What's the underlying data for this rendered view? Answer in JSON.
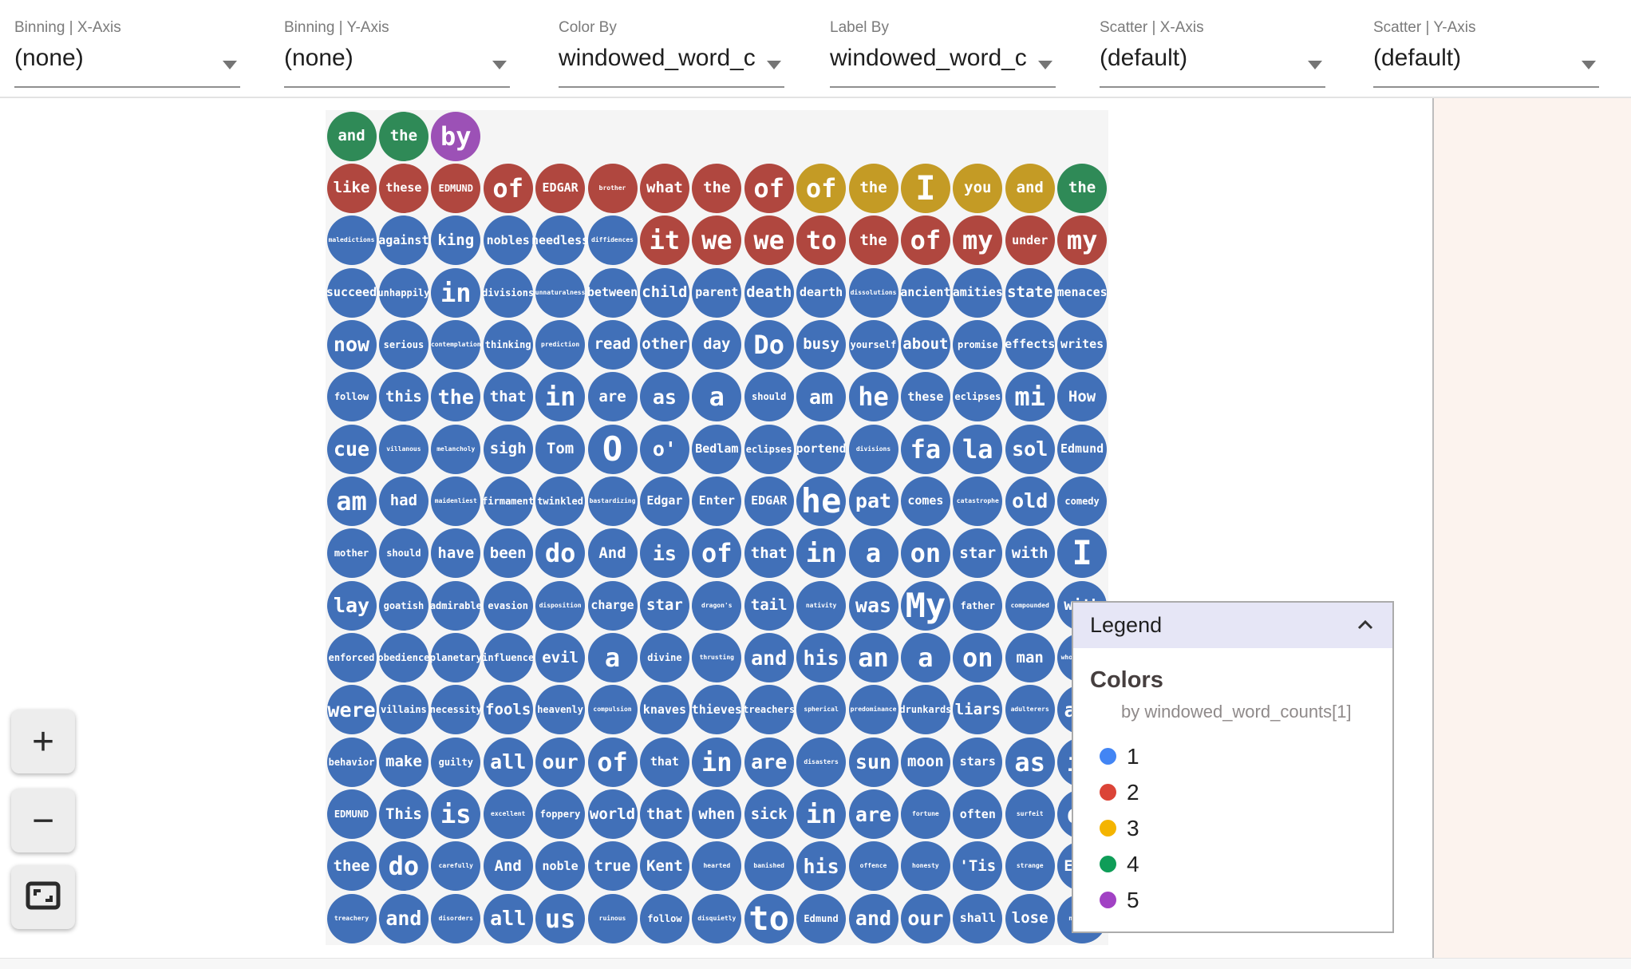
{
  "toolbar": {
    "dropdowns": [
      {
        "label": "Binning | X-Axis",
        "value": "(none)"
      },
      {
        "label": "Binning | Y-Axis",
        "value": "(none)"
      },
      {
        "label": "Color By",
        "value": "windowed_word_c"
      },
      {
        "label": "Label By",
        "value": "windowed_word_c"
      },
      {
        "label": "Scatter | X-Axis",
        "value": "(default)"
      },
      {
        "label": "Scatter | Y-Axis",
        "value": "(default)"
      }
    ]
  },
  "zoom_controls": {
    "zoom_in_label": "+",
    "zoom_out_label": "−",
    "fit_icon": "fit-to-screen-icon"
  },
  "legend": {
    "title": "Legend",
    "section_title": "Colors",
    "subtitle": "by windowed_word_counts[1]",
    "items": [
      {
        "label": "1",
        "color": "#4285F4"
      },
      {
        "label": "2",
        "color": "#DB4437"
      },
      {
        "label": "3",
        "color": "#F4B400"
      },
      {
        "label": "4",
        "color": "#0F9D58"
      },
      {
        "label": "5",
        "color": "#A142C4"
      }
    ]
  },
  "colors": {
    "circle_palette": {
      "1": "#4170B8",
      "2": "#B0473F",
      "3": "#C49B25",
      "4": "#2F8A57",
      "5": "#9C51B6"
    },
    "grid_background": "#F5F5F5",
    "side_panel_background": "#FCF3EE",
    "legend_header_background": "#E6E6F6"
  },
  "grid": {
    "rows": [
      {
        "cells": [
          [
            "and",
            4,
            4
          ],
          [
            "the",
            4,
            4
          ],
          [
            "by",
            5,
            6
          ]
        ]
      },
      {
        "cells": [
          [
            "like",
            2,
            4
          ],
          [
            "these",
            2,
            3
          ],
          [
            "EDMUND",
            2,
            2
          ],
          [
            "of",
            2,
            6
          ],
          [
            "EDGAR",
            2,
            3
          ],
          [
            "brother",
            2,
            1
          ],
          [
            "what",
            2,
            4
          ],
          [
            "the",
            2,
            4
          ],
          [
            "of",
            2,
            6
          ],
          [
            "of",
            3,
            6
          ],
          [
            "the",
            3,
            4
          ],
          [
            "I",
            3,
            7
          ],
          [
            "you",
            3,
            4
          ],
          [
            "and",
            3,
            4
          ],
          [
            "the",
            4,
            4
          ]
        ]
      },
      {
        "cells": [
          [
            "maledictions",
            1,
            1
          ],
          [
            "against",
            1,
            3
          ],
          [
            "king",
            1,
            4
          ],
          [
            "nobles",
            1,
            3
          ],
          [
            "needless",
            1,
            3
          ],
          [
            "diffidences",
            1,
            1
          ],
          [
            "it",
            2,
            6
          ],
          [
            "we",
            2,
            6
          ],
          [
            "we",
            2,
            6
          ],
          [
            "to",
            2,
            6
          ],
          [
            "the",
            2,
            4
          ],
          [
            "of",
            2,
            6
          ],
          [
            "my",
            2,
            6
          ],
          [
            "under",
            2,
            3
          ],
          [
            "my",
            2,
            6
          ]
        ]
      },
      {
        "cells": [
          [
            "succeed",
            1,
            3
          ],
          [
            "unhappily",
            1,
            2
          ],
          [
            "in",
            1,
            6
          ],
          [
            "divisions",
            1,
            2
          ],
          [
            "unnaturalness",
            1,
            1
          ],
          [
            "between",
            1,
            3
          ],
          [
            "child",
            1,
            4
          ],
          [
            "parent",
            1,
            3
          ],
          [
            "death",
            1,
            4
          ],
          [
            "dearth",
            1,
            3
          ],
          [
            "dissolutions",
            1,
            1
          ],
          [
            "ancient",
            1,
            3
          ],
          [
            "amities",
            1,
            3
          ],
          [
            "state",
            1,
            4
          ],
          [
            "menaces",
            1,
            3
          ]
        ]
      },
      {
        "cells": [
          [
            "now",
            1,
            5
          ],
          [
            "serious",
            1,
            2
          ],
          [
            "contemplation",
            1,
            1
          ],
          [
            "thinking",
            1,
            2
          ],
          [
            "prediction",
            1,
            1
          ],
          [
            "read",
            1,
            4
          ],
          [
            "other",
            1,
            4
          ],
          [
            "day",
            1,
            4
          ],
          [
            "Do",
            1,
            6
          ],
          [
            "busy",
            1,
            4
          ],
          [
            "yourself",
            1,
            2
          ],
          [
            "about",
            1,
            4
          ],
          [
            "promise",
            1,
            2
          ],
          [
            "effects",
            1,
            3
          ],
          [
            "writes",
            1,
            3
          ]
        ]
      },
      {
        "cells": [
          [
            "follow",
            1,
            2
          ],
          [
            "this",
            1,
            4
          ],
          [
            "the",
            1,
            5
          ],
          [
            "that",
            1,
            4
          ],
          [
            "in",
            1,
            6
          ],
          [
            "are",
            1,
            4
          ],
          [
            "as",
            1,
            5
          ],
          [
            "a",
            1,
            6
          ],
          [
            "should",
            1,
            2
          ],
          [
            "am",
            1,
            5
          ],
          [
            "he",
            1,
            6
          ],
          [
            "these",
            1,
            3
          ],
          [
            "eclipses",
            1,
            2
          ],
          [
            "mi",
            1,
            6
          ],
          [
            "How",
            1,
            4
          ]
        ]
      },
      {
        "cells": [
          [
            "cue",
            1,
            5
          ],
          [
            "villanous",
            1,
            1
          ],
          [
            "melancholy",
            1,
            1
          ],
          [
            "sigh",
            1,
            4
          ],
          [
            "Tom",
            1,
            4
          ],
          [
            "O",
            1,
            7
          ],
          [
            "o'",
            1,
            5
          ],
          [
            "Bedlam",
            1,
            3
          ],
          [
            "eclipses",
            1,
            2
          ],
          [
            "portend",
            1,
            3
          ],
          [
            "divisions",
            1,
            1
          ],
          [
            "fa",
            1,
            6
          ],
          [
            "la",
            1,
            6
          ],
          [
            "sol",
            1,
            5
          ],
          [
            "Edmund",
            1,
            3
          ]
        ]
      },
      {
        "cells": [
          [
            "am",
            1,
            6
          ],
          [
            "had",
            1,
            4
          ],
          [
            "maidenliest",
            1,
            1
          ],
          [
            "firmament",
            1,
            2
          ],
          [
            "twinkled",
            1,
            2
          ],
          [
            "bastardizing",
            1,
            1
          ],
          [
            "Edgar",
            1,
            3
          ],
          [
            "Enter",
            1,
            3
          ],
          [
            "EDGAR",
            1,
            3
          ],
          [
            "he",
            1,
            7
          ],
          [
            "pat",
            1,
            5
          ],
          [
            "comes",
            1,
            3
          ],
          [
            "catastrophe",
            1,
            1
          ],
          [
            "old",
            1,
            5
          ],
          [
            "comedy",
            1,
            2
          ]
        ]
      },
      {
        "cells": [
          [
            "mother",
            1,
            2
          ],
          [
            "should",
            1,
            2
          ],
          [
            "have",
            1,
            4
          ],
          [
            "been",
            1,
            4
          ],
          [
            "do",
            1,
            6
          ],
          [
            "And",
            1,
            4
          ],
          [
            "is",
            1,
            5
          ],
          [
            "of",
            1,
            6
          ],
          [
            "that",
            1,
            4
          ],
          [
            "in",
            1,
            6
          ],
          [
            "a",
            1,
            6
          ],
          [
            "on",
            1,
            6
          ],
          [
            "star",
            1,
            4
          ],
          [
            "with",
            1,
            4
          ],
          [
            "I",
            1,
            7
          ]
        ]
      },
      {
        "cells": [
          [
            "lay",
            1,
            5
          ],
          [
            "goatish",
            1,
            2
          ],
          [
            "admirable",
            1,
            2
          ],
          [
            "evasion",
            1,
            2
          ],
          [
            "disposition",
            1,
            1
          ],
          [
            "charge",
            1,
            3
          ],
          [
            "star",
            1,
            4
          ],
          [
            "dragon's",
            1,
            1
          ],
          [
            "tail",
            1,
            4
          ],
          [
            "nativity",
            1,
            1
          ],
          [
            "was",
            1,
            5
          ],
          [
            "My",
            1,
            7
          ],
          [
            "father",
            1,
            2
          ],
          [
            "compounded",
            1,
            1
          ],
          [
            "with",
            1,
            4
          ]
        ]
      },
      {
        "cells": [
          [
            "enforced",
            1,
            2
          ],
          [
            "obedience",
            1,
            2
          ],
          [
            "planetary",
            1,
            2
          ],
          [
            "influence",
            1,
            2
          ],
          [
            "evil",
            1,
            4
          ],
          [
            "a",
            1,
            6
          ],
          [
            "divine",
            1,
            2
          ],
          [
            "thrusting",
            1,
            1
          ],
          [
            "and",
            1,
            5
          ],
          [
            "his",
            1,
            5
          ],
          [
            "an",
            1,
            6
          ],
          [
            "a",
            1,
            6
          ],
          [
            "on",
            1,
            6
          ],
          [
            "man",
            1,
            4
          ],
          [
            "whoremaster",
            1,
            1
          ]
        ]
      },
      {
        "cells": [
          [
            "were",
            1,
            5
          ],
          [
            "villains",
            1,
            2
          ],
          [
            "necessity",
            1,
            2
          ],
          [
            "fools",
            1,
            4
          ],
          [
            "heavenly",
            1,
            2
          ],
          [
            "compulsion",
            1,
            1
          ],
          [
            "knaves",
            1,
            3
          ],
          [
            "thieves",
            1,
            3
          ],
          [
            "treachers",
            1,
            2
          ],
          [
            "spherical",
            1,
            1
          ],
          [
            "predominance",
            1,
            1
          ],
          [
            "drunkards",
            1,
            2
          ],
          [
            "liars",
            1,
            4
          ],
          [
            "adulterers",
            1,
            1
          ],
          [
            "and",
            1,
            5
          ]
        ]
      },
      {
        "cells": [
          [
            "behavior",
            1,
            2
          ],
          [
            "make",
            1,
            4
          ],
          [
            "guilty",
            1,
            2
          ],
          [
            "all",
            1,
            5
          ],
          [
            "our",
            1,
            5
          ],
          [
            "of",
            1,
            6
          ],
          [
            "that",
            1,
            3
          ],
          [
            "in",
            1,
            6
          ],
          [
            "are",
            1,
            5
          ],
          [
            "disasters",
            1,
            1
          ],
          [
            "sun",
            1,
            5
          ],
          [
            "moon",
            1,
            4
          ],
          [
            "stars",
            1,
            3
          ],
          [
            "as",
            1,
            6
          ],
          [
            "if",
            1,
            6
          ]
        ]
      },
      {
        "cells": [
          [
            "EDMUND",
            1,
            2
          ],
          [
            "This",
            1,
            4
          ],
          [
            "is",
            1,
            6
          ],
          [
            "excellent",
            1,
            1
          ],
          [
            "foppery",
            1,
            2
          ],
          [
            "world",
            1,
            4
          ],
          [
            "that",
            1,
            4
          ],
          [
            "when",
            1,
            4
          ],
          [
            "sick",
            1,
            4
          ],
          [
            "in",
            1,
            6
          ],
          [
            "are",
            1,
            5
          ],
          [
            "fortune",
            1,
            1
          ],
          [
            "often",
            1,
            3
          ],
          [
            "surfeit",
            1,
            1
          ],
          [
            "of",
            1,
            6
          ]
        ]
      },
      {
        "cells": [
          [
            "thee",
            1,
            4
          ],
          [
            "do",
            1,
            6
          ],
          [
            "carefully",
            1,
            1
          ],
          [
            "And",
            1,
            4
          ],
          [
            "noble",
            1,
            3
          ],
          [
            "true",
            1,
            4
          ],
          [
            "Kent",
            1,
            4
          ],
          [
            "hearted",
            1,
            1
          ],
          [
            "banished",
            1,
            1
          ],
          [
            "his",
            1,
            5
          ],
          [
            "offence",
            1,
            1
          ],
          [
            "honesty",
            1,
            1
          ],
          [
            "'Tis",
            1,
            4
          ],
          [
            "strange",
            1,
            1
          ],
          [
            "Exit",
            1,
            4
          ]
        ]
      },
      {
        "cells": [
          [
            "treachery",
            1,
            1
          ],
          [
            "and",
            1,
            5
          ],
          [
            "disorders",
            1,
            1
          ],
          [
            "all",
            1,
            5
          ],
          [
            "us",
            1,
            6
          ],
          [
            "ruinous",
            1,
            1
          ],
          [
            "follow",
            1,
            2
          ],
          [
            "disquietly",
            1,
            1
          ],
          [
            "to",
            1,
            7
          ],
          [
            "Edmund",
            1,
            2
          ],
          [
            "and",
            1,
            5
          ],
          [
            "our",
            1,
            5
          ],
          [
            "shall",
            1,
            3
          ],
          [
            "lose",
            1,
            4
          ],
          [
            "nothing",
            1,
            1
          ]
        ]
      }
    ]
  }
}
